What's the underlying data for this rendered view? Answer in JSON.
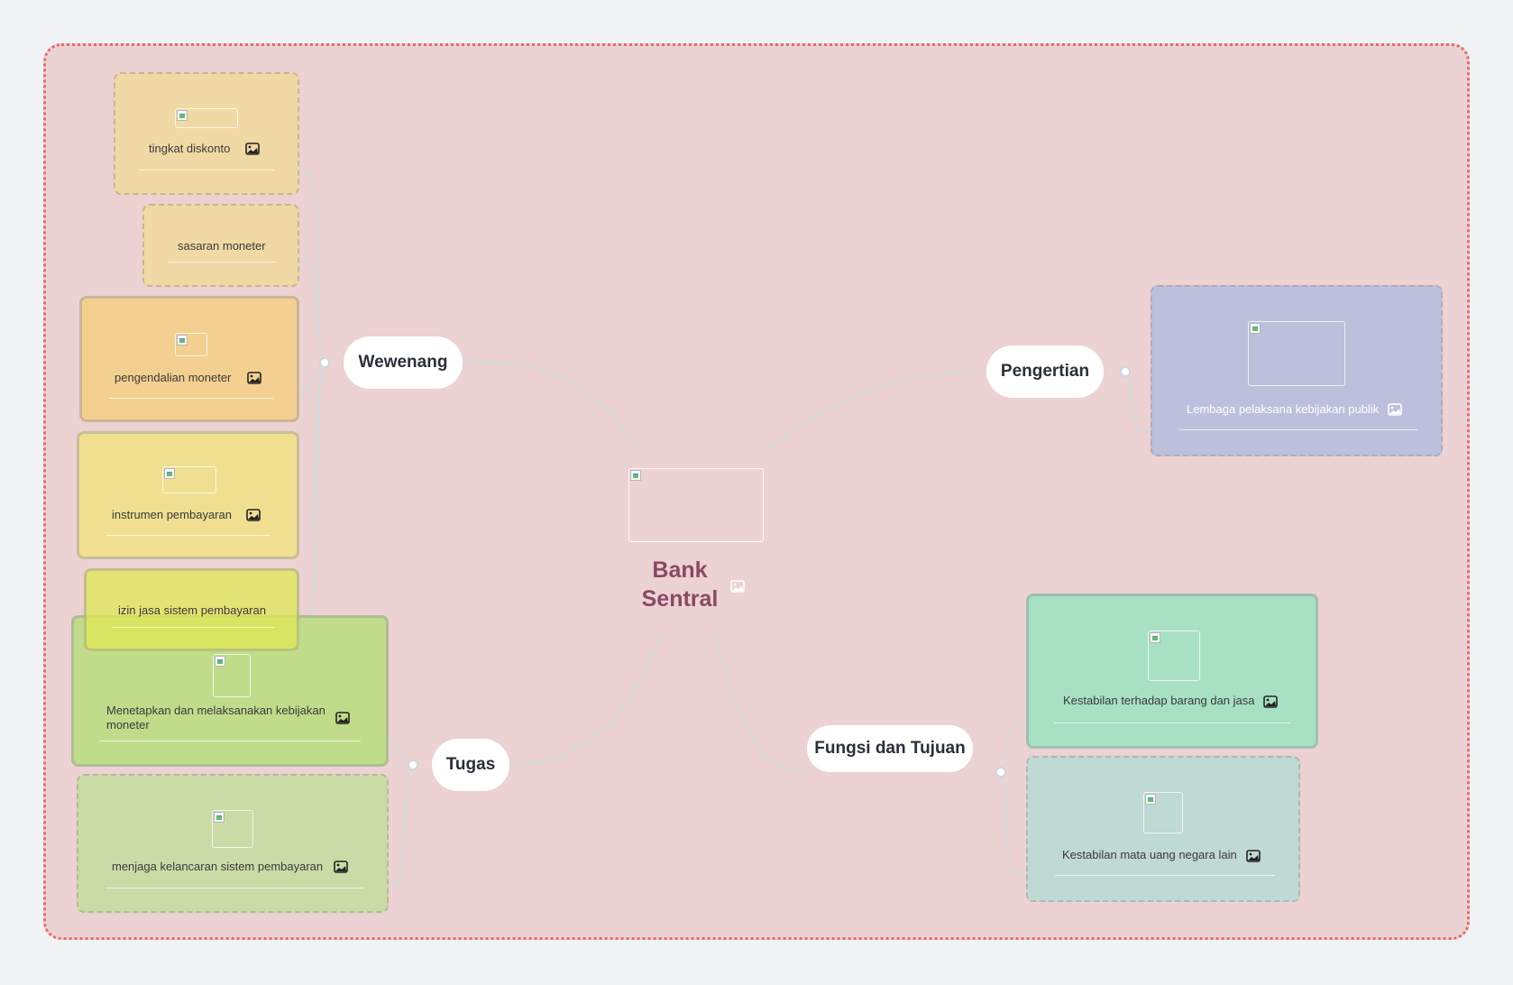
{
  "central": {
    "title": "Bank Sentral"
  },
  "branches": {
    "wewenang": "Wewenang",
    "pengertian": "Pengertian",
    "tugas": "Tugas",
    "fungsi": "Fungsi dan Tujuan"
  },
  "wewenang_items": {
    "tingkat_diskonto": "tingkat diskonto",
    "sasaran_moneter": "sasaran moneter",
    "pengendalian_moneter": "pengendalian moneter",
    "instrumen_pembayaran": "instrumen pembayaran",
    "izin_jasa": "izin jasa sistem pembayaran"
  },
  "pengertian_items": {
    "lembaga": "Lembaga pelaksana kebijakan publik"
  },
  "tugas_items": {
    "menetapkan": "Menetapkan dan melaksanakan kebijakan moneter",
    "menjaga": "menjaga kelancaran sistem pembayaran"
  },
  "fungsi_items": {
    "kestabilan_barang": "Kestabilan terhadap barang dan jasa",
    "kestabilan_mata_uang": "Kestabilan mata uang negara lain"
  },
  "colors": {
    "background": "#eff3f5",
    "canvas": "#ecd2d2",
    "canvas_border": "#e36b6b",
    "central_text": "#8a4966",
    "wewenang_light": "#f0d9a4",
    "wewenang_orange": "#f4d090",
    "wewenang_yellow": "#f0df91",
    "izin_yellow": "#f3df8d",
    "tugas_green": "#c0dc8b",
    "tugas_olive": "#cbdba6",
    "pengertian_lavender": "#bcc0dc",
    "fungsi_mint": "#a8e0c4",
    "fungsi_teal": "#bfd9d4"
  },
  "icons": [
    "image-icon",
    "broken-image-icon"
  ]
}
